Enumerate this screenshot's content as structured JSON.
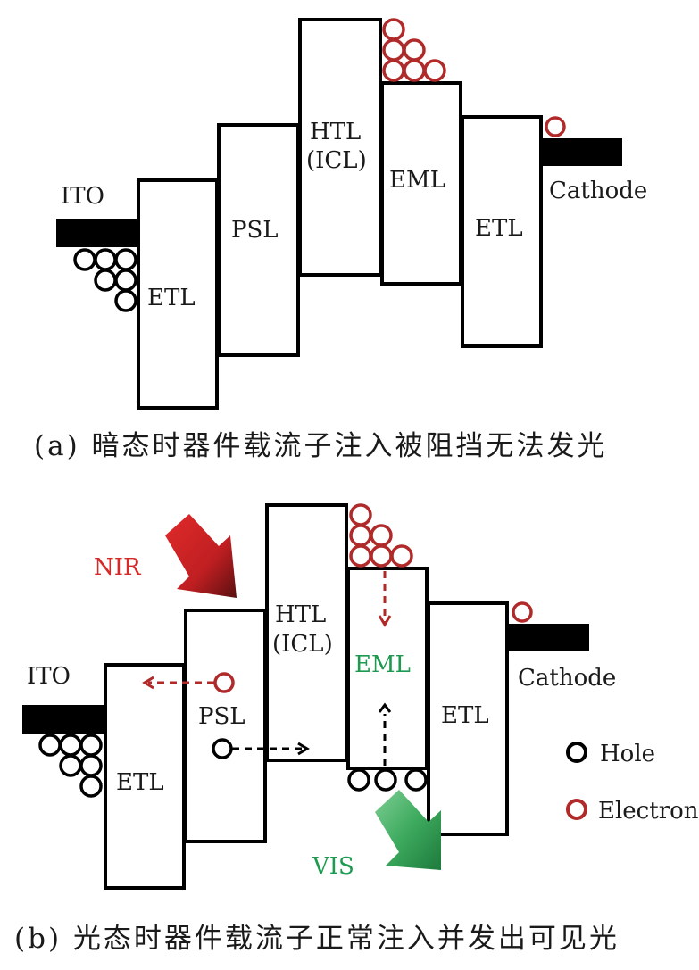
{
  "panel_a": {
    "caption": "(a) 暗态时器件载流子注入被阻挡无法发光",
    "labels": {
      "ito": "ITO",
      "etl_left": "ETL",
      "psl": "PSL",
      "htl_line1": "HTL",
      "htl_line2": "(ICL)",
      "eml": "EML",
      "etl_right": "ETL",
      "cathode": "Cathode"
    }
  },
  "panel_b": {
    "caption": "(b) 光态时器件载流子正常注入并发出可见光",
    "labels": {
      "ito": "ITO",
      "etl_left": "ETL",
      "psl": "PSL",
      "htl_line1": "HTL",
      "htl_line2": "(ICL)",
      "eml": "EML",
      "etl_right": "ETL",
      "cathode": "Cathode",
      "nir": "NIR",
      "vis": "VIS"
    },
    "legend": [
      {
        "label": "Hole",
        "color": "#000000"
      },
      {
        "label": "Electron",
        "color": "#b02a2a"
      }
    ]
  },
  "colors": {
    "electron": "#b02a2a",
    "nir": "#d42a2a",
    "vis": "#1e9a50",
    "eml_lit": "#1e9a50"
  }
}
